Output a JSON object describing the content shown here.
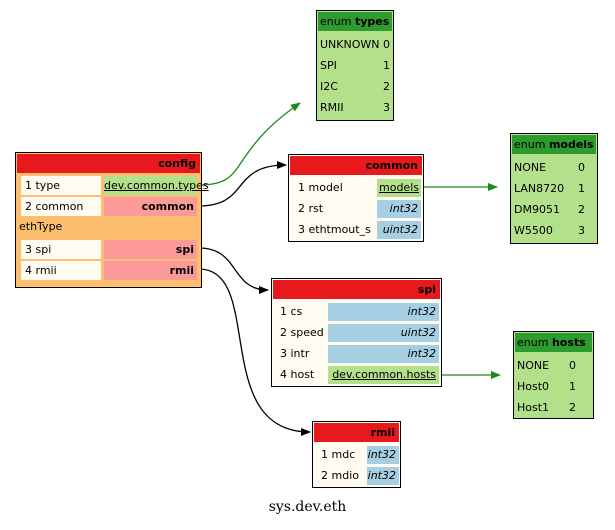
{
  "caption": "sys.dev.eth",
  "colors": {
    "header_struct": "#e8191d",
    "header_enum": "#2e9b2e",
    "enum_fill": "#b3e08a",
    "basic_type": "#a6cfe3",
    "struct_ref": "#fb9a99",
    "group_fill": "#fdbf6f",
    "field_fill": "#fffbf0",
    "edge_enum": "#1a8a1a",
    "edge_struct": "#000000"
  },
  "config": {
    "title": "config",
    "fields": [
      {
        "label": "1 type",
        "type": "dev.common.types"
      },
      {
        "label": "2 common",
        "type": "common"
      }
    ],
    "group_label": "ethType",
    "group_fields": [
      {
        "label": "3 spi",
        "type": "spi"
      },
      {
        "label": "4 rmii",
        "type": "rmii"
      }
    ]
  },
  "types": {
    "prefix": "enum",
    "name": "types",
    "values": [
      {
        "name": "UNKNOWN",
        "value": "0"
      },
      {
        "name": "SPI",
        "value": "1"
      },
      {
        "name": "I2C",
        "value": "2"
      },
      {
        "name": "RMII",
        "value": "3"
      }
    ]
  },
  "common": {
    "title": "common",
    "fields": [
      {
        "label": "1 model",
        "type": "models"
      },
      {
        "label": "2 rst",
        "type": "int32"
      },
      {
        "label": "3 ethtmout_s",
        "type": "uint32"
      }
    ]
  },
  "models": {
    "prefix": "enum",
    "name": "models",
    "values": [
      {
        "name": "NONE",
        "value": "0"
      },
      {
        "name": "LAN8720",
        "value": "1"
      },
      {
        "name": "DM9051",
        "value": "2"
      },
      {
        "name": "W5500",
        "value": "3"
      }
    ]
  },
  "spi": {
    "title": "spi",
    "fields": [
      {
        "label": "1 cs",
        "type": "int32"
      },
      {
        "label": "2 speed",
        "type": "uint32"
      },
      {
        "label": "3 intr",
        "type": "int32"
      },
      {
        "label": "4 host",
        "type": "dev.common.hosts"
      }
    ]
  },
  "hosts": {
    "prefix": "enum",
    "name": "hosts",
    "values": [
      {
        "name": "NONE",
        "value": "0"
      },
      {
        "name": "Host0",
        "value": "1"
      },
      {
        "name": "Host1",
        "value": "2"
      }
    ]
  },
  "rmii": {
    "title": "rmii",
    "fields": [
      {
        "label": "1 mdc",
        "type": "int32"
      },
      {
        "label": "2 mdio",
        "type": "int32"
      }
    ]
  }
}
